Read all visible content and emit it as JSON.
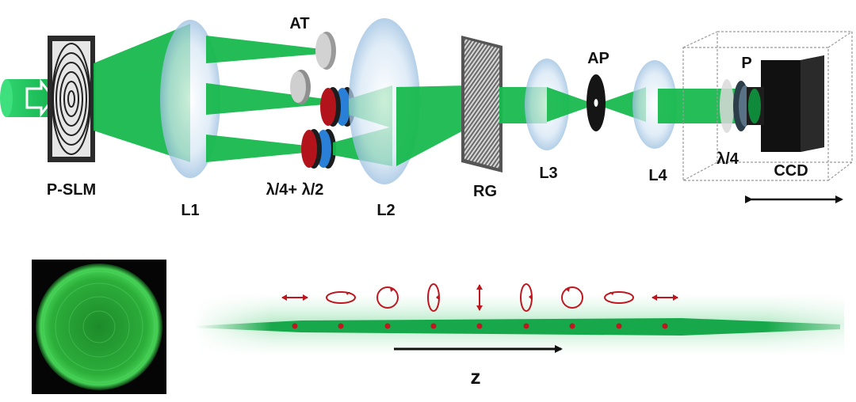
{
  "labels": {
    "slm": "P-SLM",
    "l1": "L1",
    "at": "AT",
    "waveplates": "λ/4+ λ/2",
    "l2": "L2",
    "rg": "RG",
    "l3": "L3",
    "ap": "AP",
    "l4": "L4",
    "polarizer": "P",
    "quarter_wave": "λ/4",
    "ccd": "CCD",
    "z_axis": "z"
  },
  "polarization_states": [
    "horizontal-linear",
    "elliptical-flat",
    "circular",
    "elliptical-tall",
    "vertical-linear",
    "elliptical-tall",
    "circular",
    "elliptical-flat",
    "horizontal-linear"
  ],
  "colors": {
    "beam": "#19c05a",
    "beam_dark": "#0e9a40",
    "lens": "#c9def0",
    "polarization": "#c0161f",
    "waveplate_red": "#b3141c",
    "waveplate_blue": "#2a7fd6",
    "text": "#111111"
  }
}
